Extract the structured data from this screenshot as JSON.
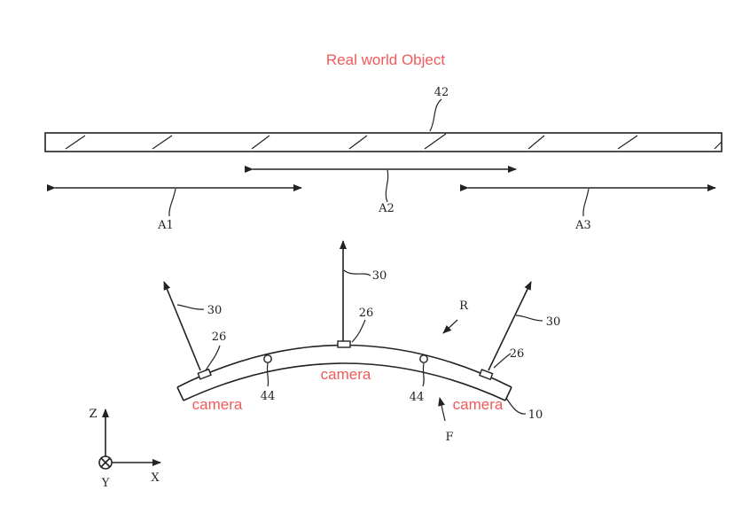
{
  "title": "Real world Object",
  "refs": {
    "object": "42",
    "a1": "A1",
    "a2": "A2",
    "a3": "A3",
    "axis_left": "30",
    "axis_center": "30",
    "axis_right": "30",
    "cam_left": "26",
    "cam_center": "26",
    "cam_right": "26",
    "r": "R",
    "led_left": "44",
    "led_right": "44",
    "device": "10",
    "f": "F"
  },
  "camera_labels": {
    "left": "camera",
    "center": "camera",
    "right": "camera"
  },
  "axes": {
    "z": "Z",
    "x": "X",
    "y": "Y"
  }
}
